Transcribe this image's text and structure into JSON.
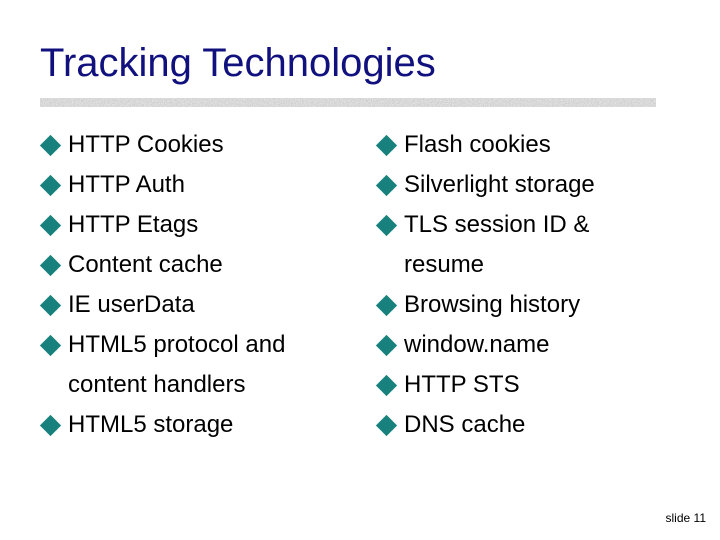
{
  "slide": {
    "title": "Tracking Technologies",
    "slide_number": "slide 11",
    "columns": {
      "left": [
        "HTTP Cookies",
        "HTTP Auth",
        "HTTP Etags",
        "Content cache",
        "IE userData",
        "HTML5 protocol and content handlers",
        "HTML5 storage"
      ],
      "right": [
        "Flash cookies",
        "Silverlight storage",
        "TLS session ID & resume",
        "Browsing history",
        "window.name",
        "HTTP STS",
        "DNS cache"
      ]
    },
    "colors": {
      "title": "#10107E",
      "bullet": "#18817D",
      "text": "#000000",
      "divider_gray": "#A9A9A9"
    }
  }
}
